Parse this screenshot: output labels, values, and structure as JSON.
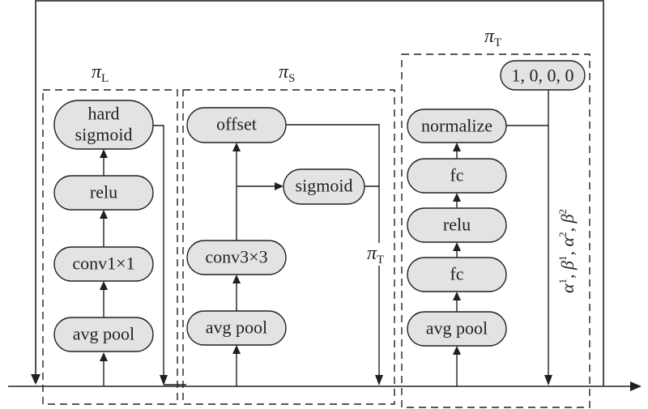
{
  "diagram": {
    "title": "Dynamic head attention branches",
    "branches": {
      "level": {
        "label_symbol": "π",
        "label_subscript": "L",
        "nodes": [
          "avg pool",
          "conv1×1",
          "relu",
          "hard sigmoid"
        ],
        "hard_sigmoid_lines": [
          "hard",
          "sigmoid"
        ]
      },
      "spatial": {
        "label_symbol": "π",
        "label_subscript": "S",
        "nodes": [
          "avg pool",
          "conv3×3",
          "offset",
          "sigmoid"
        ],
        "output_label_symbol": "π",
        "output_label_subscript": "T"
      },
      "task": {
        "label_symbol": "π",
        "label_subscript": "T",
        "nodes": [
          "avg pool",
          "fc",
          "relu",
          "fc",
          "normalize"
        ],
        "init_values": "1, 0, 0, 0",
        "output_params": {
          "a1": "α",
          "a1_sup": "1",
          "b1": "β",
          "b1_sup": "1",
          "a2": "α",
          "a2_sup": "2",
          "b2": "β",
          "b2_sup": "2",
          "sep": ", "
        }
      }
    },
    "colors": {
      "node_fill": "#e3e3e3",
      "stroke": "#231f20",
      "background": "#ffffff"
    }
  }
}
